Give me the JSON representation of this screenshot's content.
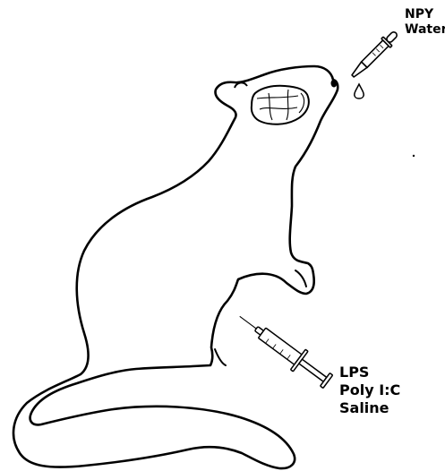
{
  "labels": {
    "dropper": [
      "NPY",
      "Water"
    ],
    "syringe": [
      "LPS",
      "Poly I:C",
      "Saline"
    ]
  },
  "icons": {
    "animal": "rat-outline-icon",
    "brain": "brain-icon",
    "dropper": "dropper-icon",
    "droplet": "droplet-icon",
    "syringe": "syringe-icon"
  },
  "colors": {
    "line": "#000000",
    "background": "#ffffff"
  }
}
